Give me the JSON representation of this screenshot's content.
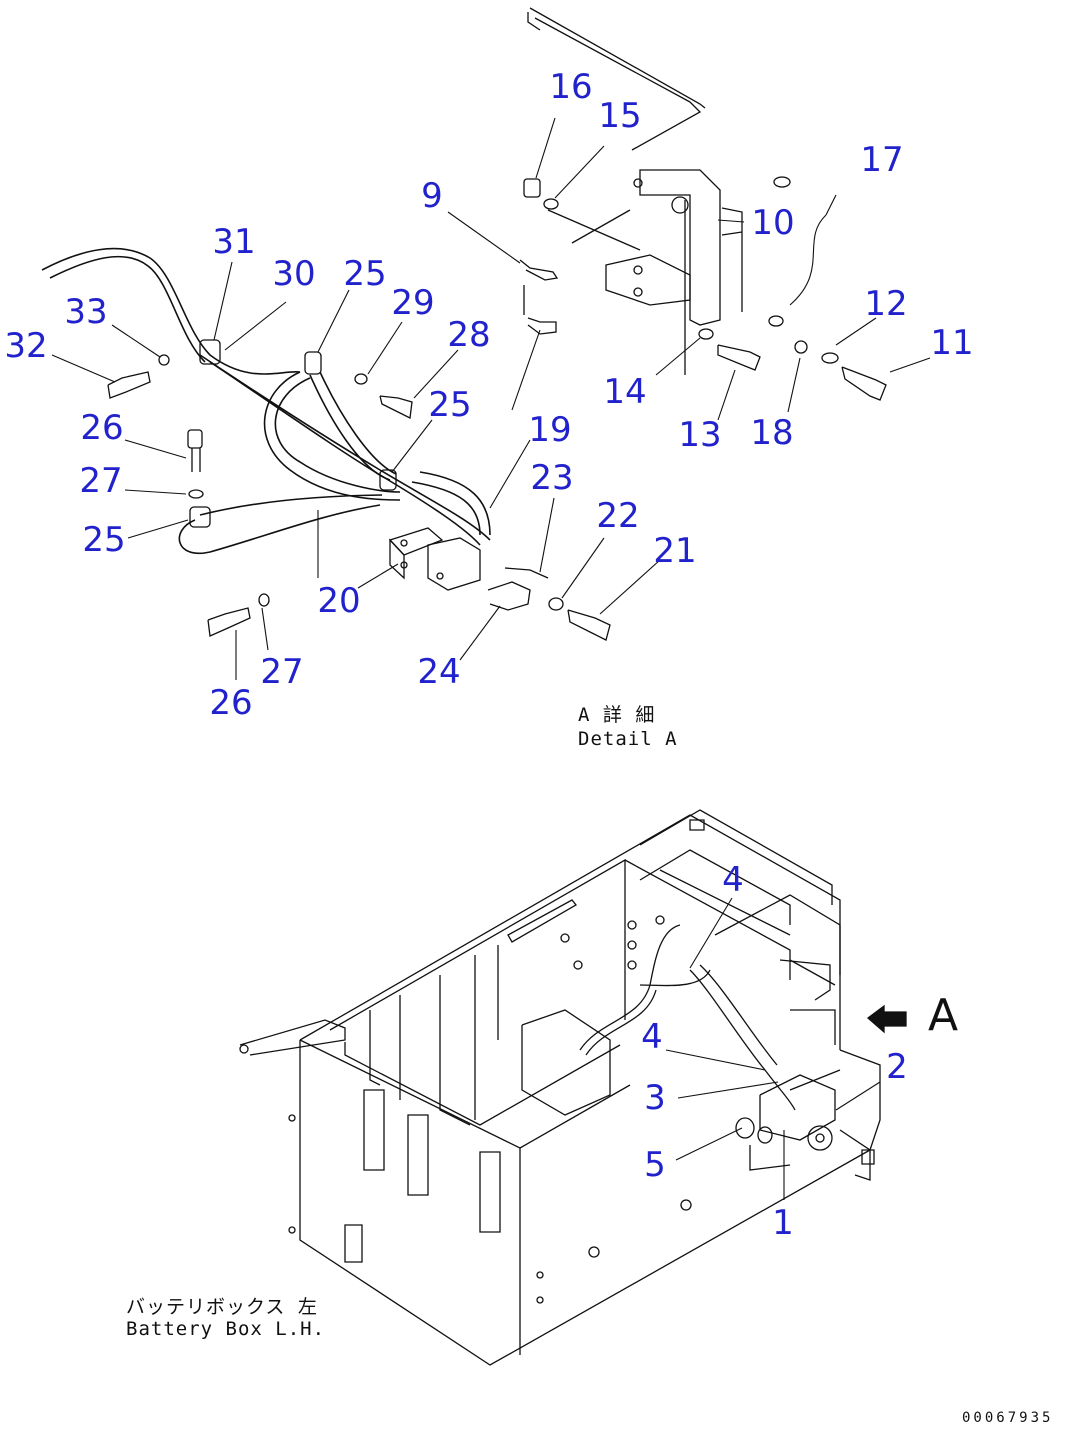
{
  "callouts": [
    {
      "id": "16",
      "label": "16"
    },
    {
      "id": "15",
      "label": "15"
    },
    {
      "id": "17",
      "label": "17"
    },
    {
      "id": "9",
      "label": "9"
    },
    {
      "id": "10",
      "label": "10"
    },
    {
      "id": "31",
      "label": "31"
    },
    {
      "id": "30",
      "label": "30"
    },
    {
      "id": "25a",
      "label": "25"
    },
    {
      "id": "29",
      "label": "29"
    },
    {
      "id": "33",
      "label": "33"
    },
    {
      "id": "32",
      "label": "32"
    },
    {
      "id": "28",
      "label": "28"
    },
    {
      "id": "12",
      "label": "12"
    },
    {
      "id": "11",
      "label": "11"
    },
    {
      "id": "14",
      "label": "14"
    },
    {
      "id": "13",
      "label": "13"
    },
    {
      "id": "18",
      "label": "18"
    },
    {
      "id": "25b",
      "label": "25"
    },
    {
      "id": "26a",
      "label": "26"
    },
    {
      "id": "19",
      "label": "19"
    },
    {
      "id": "27a",
      "label": "27"
    },
    {
      "id": "23",
      "label": "23"
    },
    {
      "id": "25c",
      "label": "25"
    },
    {
      "id": "22",
      "label": "22"
    },
    {
      "id": "21",
      "label": "21"
    },
    {
      "id": "20",
      "label": "20"
    },
    {
      "id": "27b",
      "label": "27"
    },
    {
      "id": "24",
      "label": "24"
    },
    {
      "id": "26b",
      "label": "26"
    },
    {
      "id": "4a",
      "label": "4"
    },
    {
      "id": "4b",
      "label": "4"
    },
    {
      "id": "2",
      "label": "2"
    },
    {
      "id": "3",
      "label": "3"
    },
    {
      "id": "5",
      "label": "5"
    },
    {
      "id": "1",
      "label": "1"
    }
  ],
  "captions": {
    "detail_jp": "A 詳 細",
    "detail_en": "Detail A",
    "box_jp": "バッテリボックス 左",
    "box_en": "Battery Box L.H."
  },
  "view_letter": "A",
  "drawing_code": "00067935",
  "colors": {
    "callout": "#2222cc",
    "line": "#111111"
  }
}
